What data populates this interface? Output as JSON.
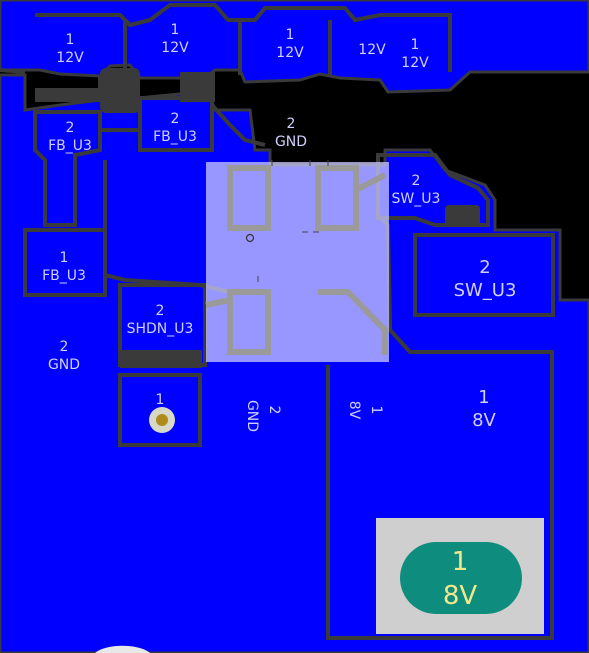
{
  "colors": {
    "background": "#000000",
    "copper": "#0000ff",
    "clearance": "#3a3a3a",
    "outline": "#7a7a7a",
    "silkscreen": "#d0d0ff",
    "highlight": "#c9c9ff",
    "teal_pad": "#0e8c7e",
    "via_label": "#f2e88a",
    "pad_gray": "#cfcfcf"
  },
  "labels": {
    "top_12v_a_num": "1",
    "top_12v_a_net": "12V",
    "top_12v_b_num": "1",
    "top_12v_b_net": "12V",
    "top_12v_c_num": "1",
    "top_12v_c_net": "12V",
    "top_12v_d_net": "12V",
    "top_12v_e_num": "1",
    "top_12v_e_net": "12V",
    "fb_left_num": "2",
    "fb_left_net": "FB_U3",
    "fb_mid_num": "2",
    "fb_mid_net": "FB_U3",
    "gnd_top_num": "2",
    "gnd_top_net": "GND",
    "sw_small_num": "2",
    "sw_small_net": "SW_U3",
    "sw_big_num": "2",
    "sw_big_net": "SW_U3",
    "fb_low_num": "1",
    "fb_low_net": "FB_U3",
    "shdn_num": "2",
    "shdn_net": "SHDN_U3",
    "gnd_left_num": "2",
    "gnd_left_net": "GND",
    "via_num": "1",
    "gnd_rot_num": "2",
    "gnd_rot_net": "GND",
    "v8_rot_num": "1",
    "v8_rot_net": "8V",
    "v8_num": "1",
    "v8_net": "8V",
    "pad_num": "1",
    "pad_net": "8V"
  }
}
